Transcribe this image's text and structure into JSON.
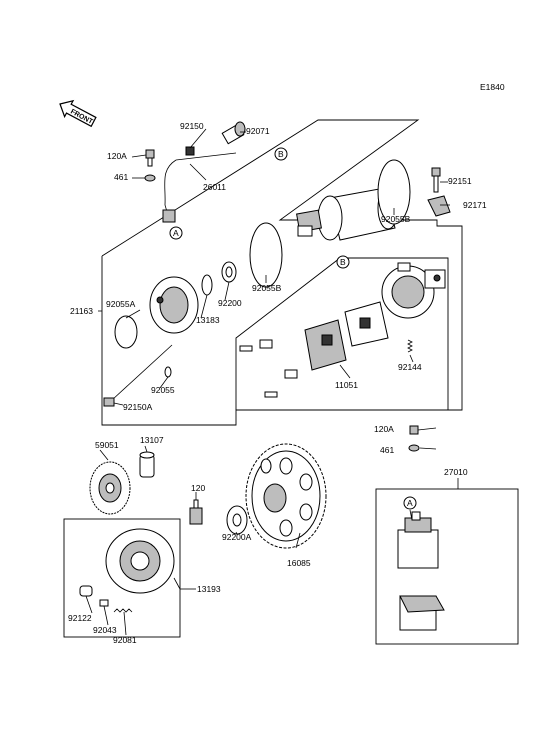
{
  "diagram_code": "E1840",
  "front_label": "FRONT",
  "callouts": {
    "a1": "A",
    "a2": "A",
    "b1": "B",
    "b2": "B"
  },
  "labels": {
    "p92150": "92150",
    "p92071": "92071",
    "p120A_top": "120A",
    "p461_top": "461",
    "p26011": "26011",
    "p92151": "92151",
    "p92171": "92171",
    "p92055B_top": "92055B",
    "p92055B_mid": "92055B",
    "p92055A": "92055A",
    "p21163": "21163",
    "p92200": "92200",
    "p13183": "13183",
    "p92144": "92144",
    "p11051": "11051",
    "p92055": "92055",
    "p92150A": "92150A",
    "p59051": "59051",
    "p13107": "13107",
    "p120": "120",
    "p120A_right": "120A",
    "p461_right": "461",
    "p27010": "27010",
    "p92200A": "92200A",
    "p16085": "16085",
    "p13193": "13193",
    "p92122": "92122",
    "p92043": "92043",
    "p92081": "92081"
  }
}
